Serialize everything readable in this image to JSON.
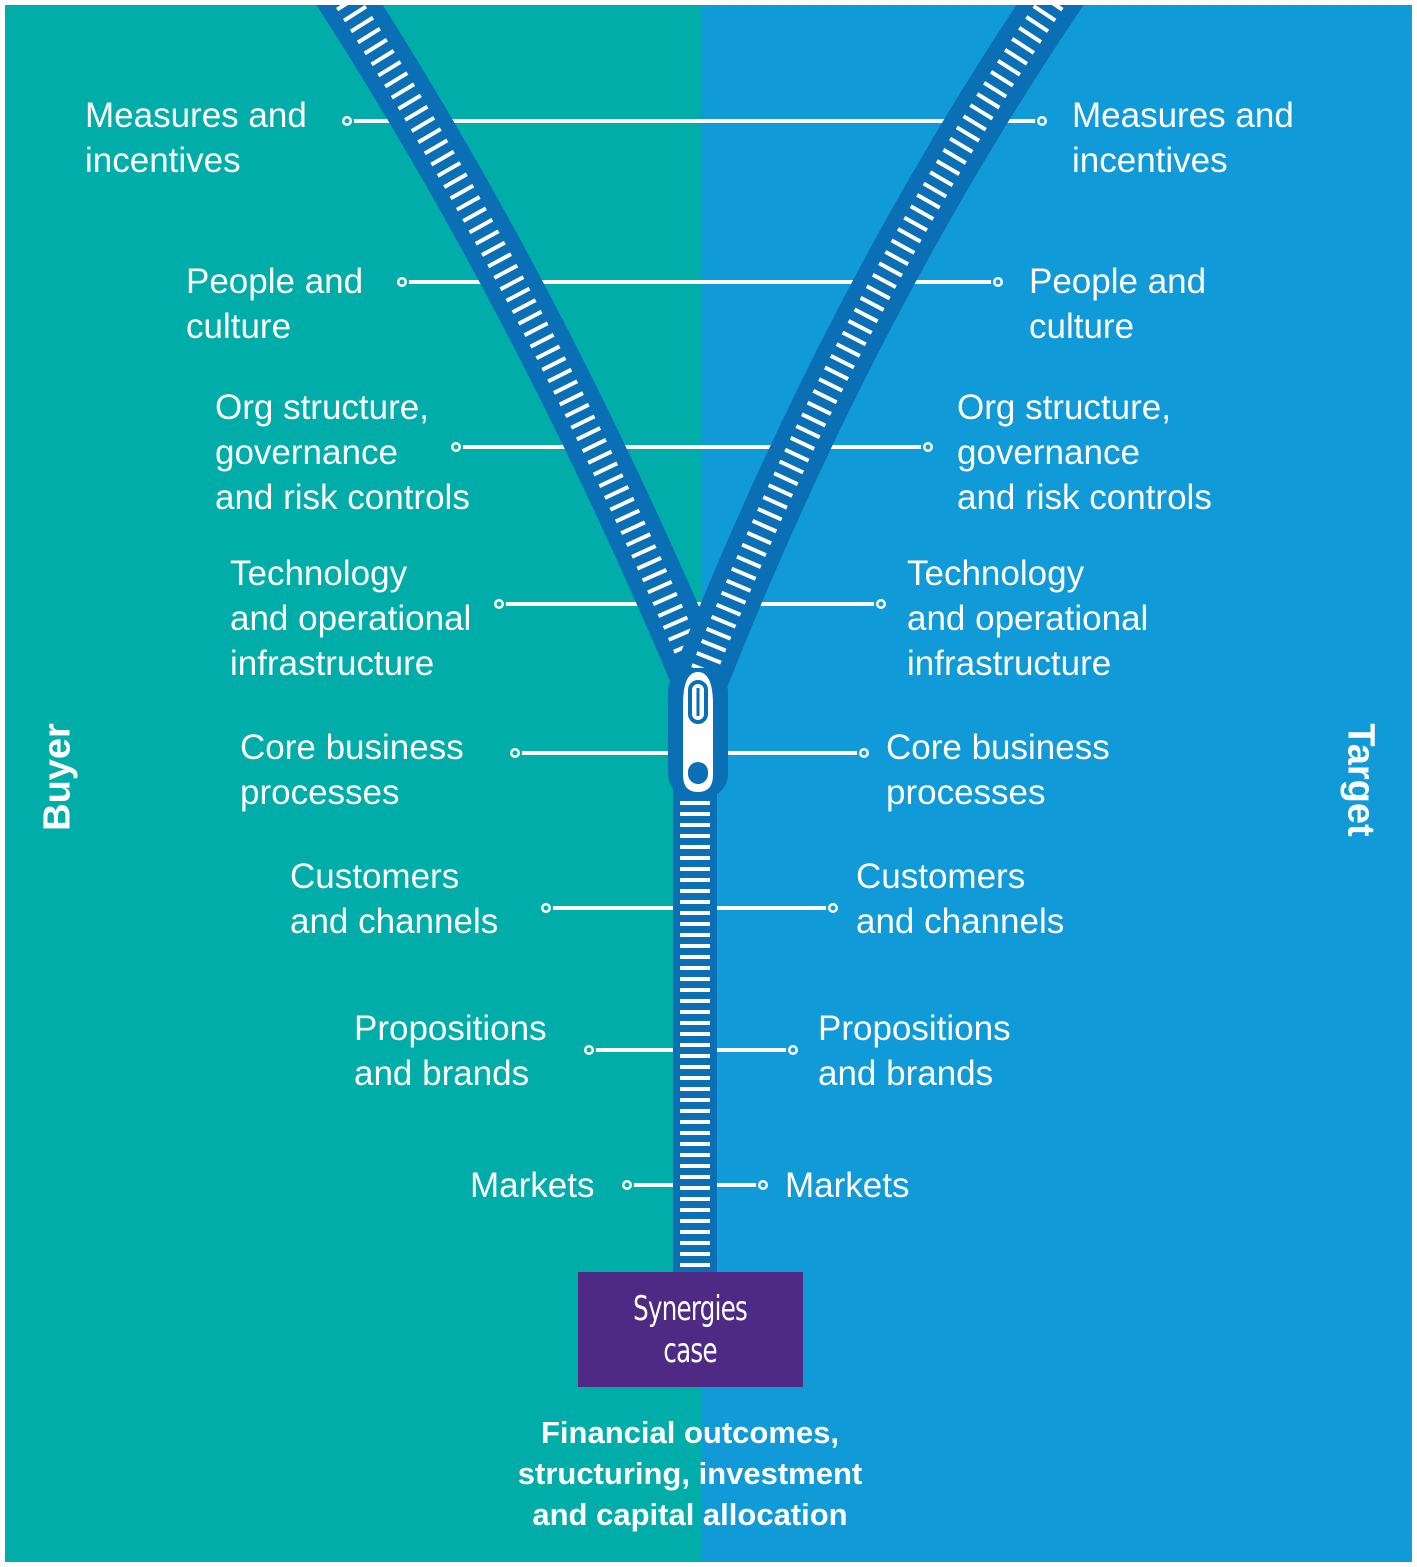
{
  "sides": {
    "left": "Buyer",
    "right": "Target"
  },
  "colors": {
    "left": "#00ada8",
    "right": "#119ad8",
    "zipper": "#0a6fb5",
    "synergy_box": "#4e2a84"
  },
  "layers": [
    {
      "left": "Measures and\nincentives",
      "right": "Measures and\nincentives"
    },
    {
      "left": "People and\nculture",
      "right": "People and\nculture"
    },
    {
      "left": "Org structure,\ngovernance\nand risk controls",
      "right": "Org structure,\ngovernance\nand risk controls"
    },
    {
      "left": "Technology\nand operational\ninfrastructure",
      "right": "Technology\nand operational\ninfrastructure"
    },
    {
      "left": "Core business\nprocesses",
      "right": "Core business\nprocesses"
    },
    {
      "left": "Customers\nand channels",
      "right": "Customers\nand channels"
    },
    {
      "left": "Propositions\nand brands",
      "right": "Propositions\nand brands"
    },
    {
      "left": "Markets",
      "right": "Markets"
    }
  ],
  "synergies": "Synergies\ncase",
  "outcome": "Financial outcomes,\nstructuring, investment\nand capital allocation",
  "icons": {
    "zipper_pull": "zipper-pull-icon"
  }
}
